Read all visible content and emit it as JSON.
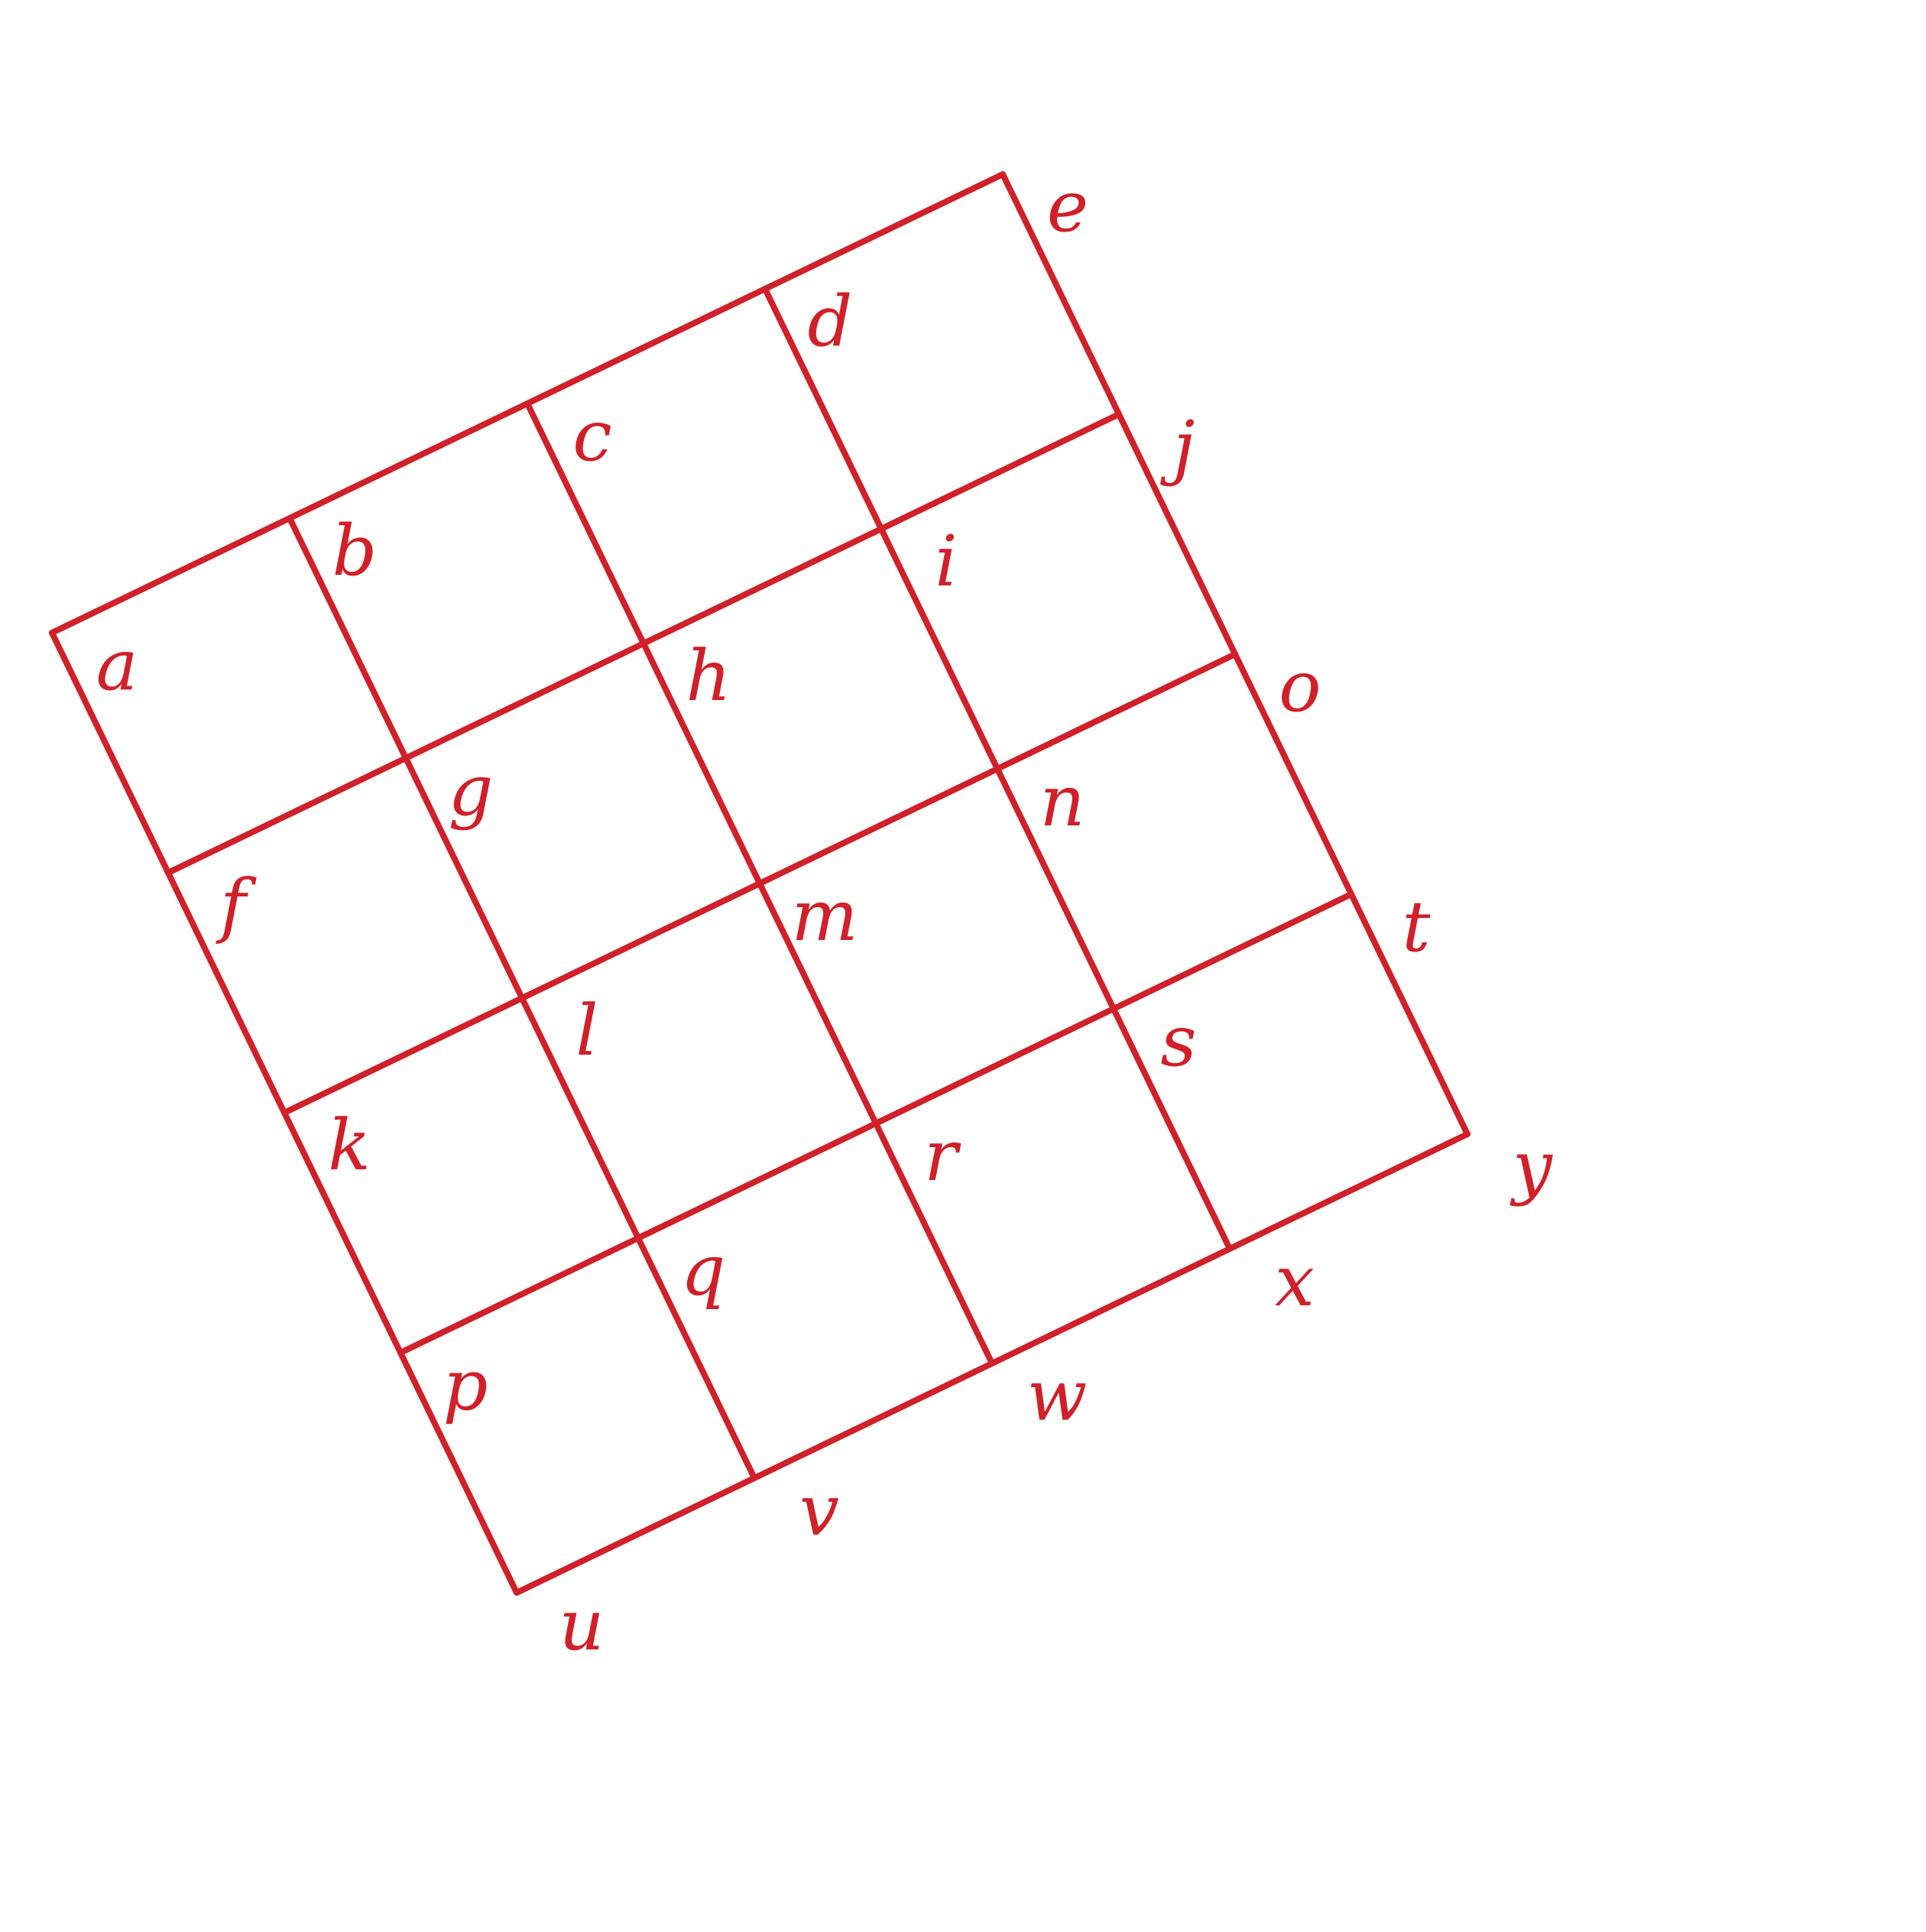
{
  "colors": {
    "background": "#ffffff",
    "ink": "#d0202a"
  },
  "diagram": {
    "type": "5x5 grid of labeled points (4x4 cells), drawn rotated",
    "rows": [
      [
        "a",
        "b",
        "c",
        "d",
        "e"
      ],
      [
        "f",
        "g",
        "h",
        "i",
        "j"
      ],
      [
        "k",
        "l",
        "m",
        "n",
        "o"
      ],
      [
        "p",
        "q",
        "r",
        "s",
        "t"
      ],
      [
        "u",
        "v",
        "w",
        "x",
        "y"
      ]
    ]
  }
}
